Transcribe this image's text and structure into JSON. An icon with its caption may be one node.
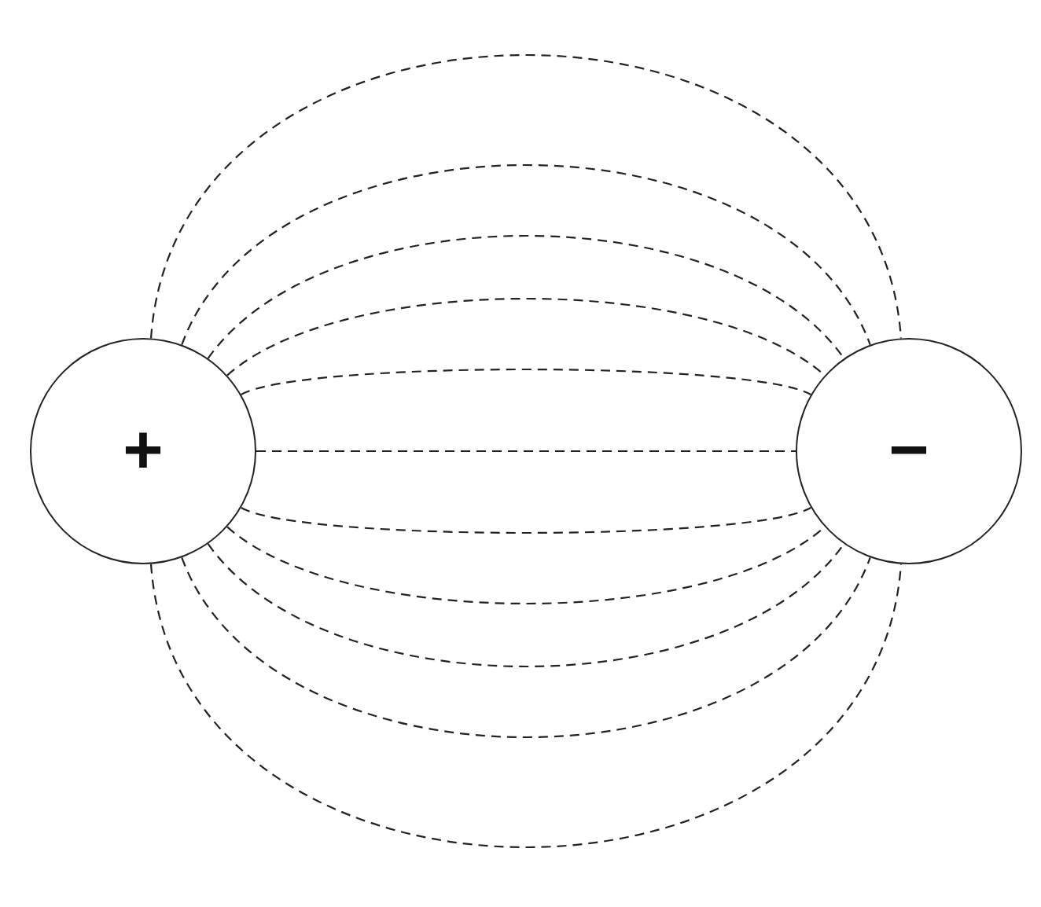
{
  "diagram": {
    "nodes": [
      {
        "text": [
          "+"
        ]
      },
      {
        "text": [
          "−"
        ]
      }
    ],
    "edges": [
      {
        "from": 0,
        "to": 1,
        "arrow": "none",
        "style": "dashed"
      },
      {
        "from": 0,
        "to": 1,
        "arrow": "none",
        "style": "dashed"
      },
      {
        "from": 0,
        "to": 1,
        "arrow": "none",
        "style": "dashed"
      },
      {
        "from": 0,
        "to": 1,
        "arrow": "none",
        "style": "dashed"
      },
      {
        "from": 0,
        "to": 1,
        "arrow": "none",
        "style": "dashed"
      },
      {
        "from": 0,
        "to": 1,
        "arrow": "none",
        "style": "dashed"
      },
      {
        "from": 0,
        "to": 1,
        "arrow": "none",
        "style": "dashed"
      },
      {
        "from": 0,
        "to": 1,
        "arrow": "none",
        "style": "dashed"
      },
      {
        "from": 0,
        "to": 1,
        "arrow": "none",
        "style": "dashed"
      },
      {
        "from": 0,
        "to": 1,
        "arrow": "none",
        "style": "dashed"
      },
      {
        "from": 0,
        "to": 1,
        "arrow": "none",
        "style": "dashed"
      }
    ]
  }
}
